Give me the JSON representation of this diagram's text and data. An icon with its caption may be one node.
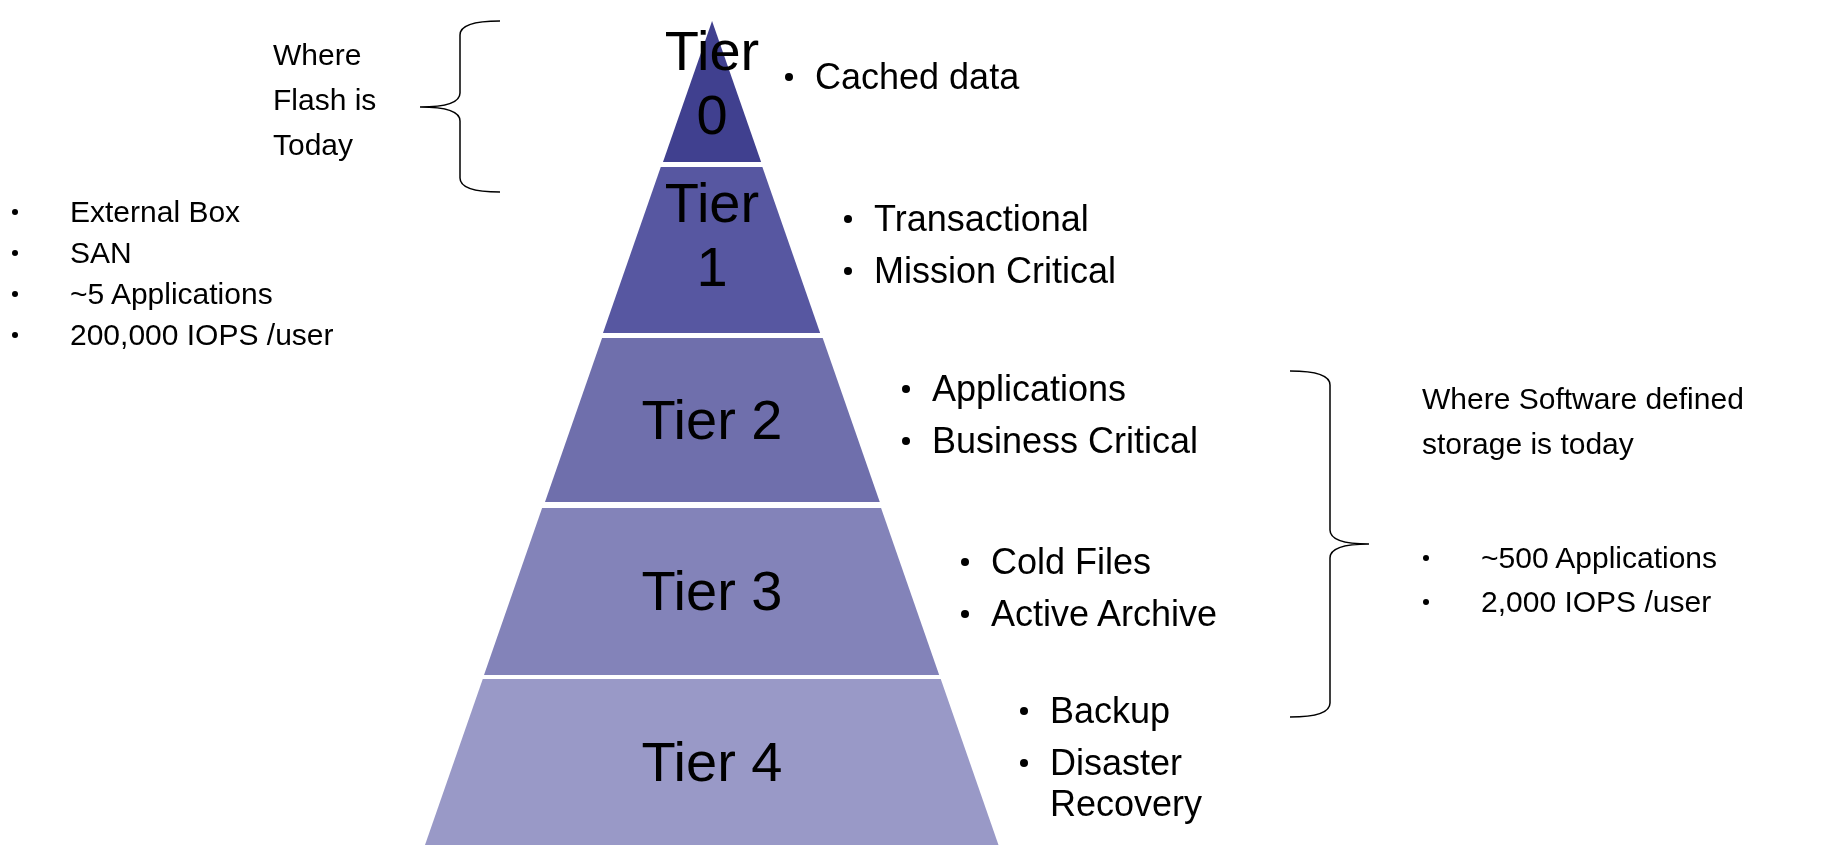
{
  "diagram": {
    "nodes": [
      {
        "text": [
          "Tier 0"
        ],
        "beside": [
          "Cached data"
        ]
      },
      {
        "text": [
          "Tier 1"
        ],
        "beside": [
          "Transactional",
          "Mission Critical"
        ]
      },
      {
        "text": [
          "Tier 2"
        ],
        "beside": [
          "Applications",
          "Business Critical"
        ]
      },
      {
        "text": [
          "Tier 3"
        ],
        "beside": [
          "Cold Files",
          "Active Archive"
        ]
      },
      {
        "text": [
          "Tier 4"
        ],
        "beside": [
          "Backup",
          "Disaster Recovery"
        ]
      }
    ],
    "labels": [
      "Where Flash is Today",
      "External Box",
      "SAN",
      "~5 Applications",
      "200,000 IOPS /user",
      "Where Software defined storage is today",
      "~500 Applications",
      "2,000 IOPS /user"
    ]
  }
}
